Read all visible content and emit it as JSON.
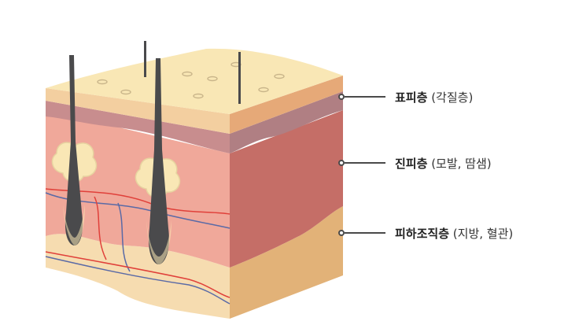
{
  "layers": [
    {
      "name": "표피층",
      "detail": "(각질층)"
    },
    {
      "name": "진피층",
      "detail": "(모발, 땀샘)"
    },
    {
      "name": "피하조직층",
      "detail": "(지방, 혈관)"
    }
  ],
  "colors": {
    "epidermis": "#f9e7b5",
    "epidermis_side": "#e6a978",
    "dermis_front": "#f0a89a",
    "dermis_side": "#c56e67",
    "dermis_top_band": "#b07f83",
    "subcutis_front": "#f6dcb0",
    "subcutis_side": "#e2b278",
    "hair": "#4a4a4c",
    "artery": "#e0403a",
    "vein": "#5a6aa6",
    "leader_line": "#4a4a4a"
  }
}
